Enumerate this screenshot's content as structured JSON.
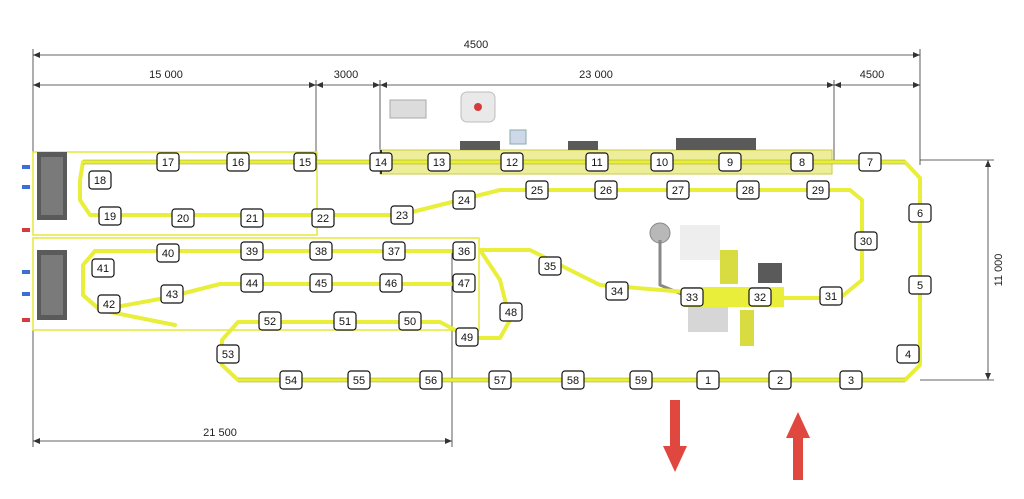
{
  "dimensions": {
    "top_total": "4500",
    "seg_a": "15 000",
    "seg_b": "3000",
    "seg_c": "23 000",
    "seg_d": "4500",
    "right_height": "11 000",
    "bottom": "21 500"
  },
  "stations": [
    "1",
    "2",
    "3",
    "4",
    "5",
    "6",
    "7",
    "8",
    "9",
    "10",
    "11",
    "12",
    "13",
    "14",
    "15",
    "16",
    "17",
    "18",
    "19",
    "20",
    "21",
    "22",
    "23",
    "24",
    "25",
    "26",
    "27",
    "28",
    "29",
    "30",
    "31",
    "32",
    "33",
    "34",
    "35",
    "36",
    "37",
    "38",
    "39",
    "40",
    "41",
    "42",
    "43",
    "44",
    "45",
    "46",
    "47",
    "48",
    "49",
    "50",
    "51",
    "52",
    "53",
    "54",
    "55",
    "56",
    "57",
    "58",
    "59"
  ],
  "colors": {
    "track": "#e8ee3a",
    "track_edge": "#9aa21a",
    "arrow": "#e0473e",
    "dimension": "#333333",
    "machine_dark": "#5a5a5a",
    "machine_light": "#d6d6d6"
  },
  "icons": [
    "arrow-down-icon",
    "arrow-up-icon",
    "cabinet-icon",
    "tank-icon",
    "motor-icon"
  ]
}
